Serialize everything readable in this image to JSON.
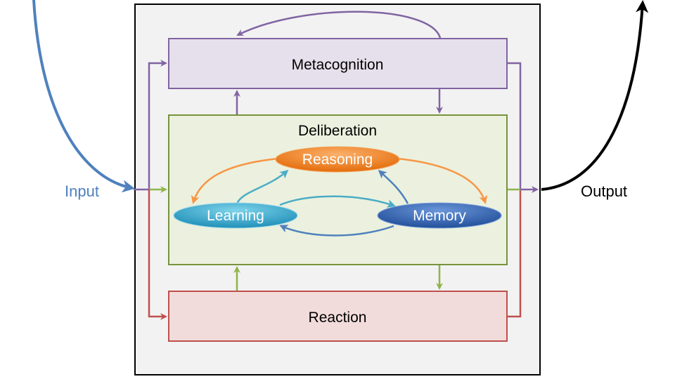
{
  "labels": {
    "input": "Input",
    "output": "Output",
    "metacognition": "Metacognition",
    "deliberation": "Deliberation",
    "reaction": "Reaction",
    "reasoning": "Reasoning",
    "learning": "Learning",
    "memory": "Memory"
  },
  "colors": {
    "input": "#4f81bd",
    "output": "#000000",
    "metacognition": "#8064a2",
    "deliberation": "#77933c",
    "reaction": "#c0504d",
    "reasoning": "#e46c0a",
    "learning": "#31a1c8",
    "memory": "#2e5ea8"
  }
}
